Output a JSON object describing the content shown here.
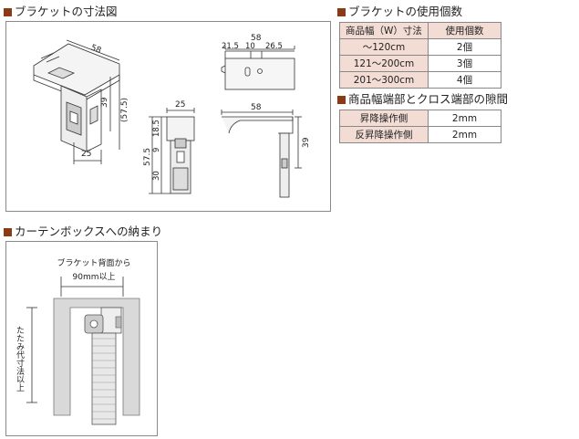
{
  "headings": {
    "bracket_dims": "ブラケットの寸法図",
    "bracket_usage": "ブラケットの使用個数",
    "gap": "商品幅端部とクロス端部の隙間",
    "box": "カーテンボックスへの納まり"
  },
  "usage_table": {
    "header": [
      "商品幅（W）寸法",
      "使用個数"
    ],
    "rows": [
      [
        "〜120cm",
        "2個"
      ],
      [
        "121〜200cm",
        "3個"
      ],
      [
        "201〜300cm",
        "4個"
      ]
    ]
  },
  "gap_table": {
    "rows": [
      [
        "昇降操作側",
        "2mm"
      ],
      [
        "反昇降操作側",
        "2mm"
      ]
    ]
  },
  "dims": {
    "iso_58": "58",
    "iso_39": "39",
    "iso_575": "(57.5)",
    "iso_25": "25",
    "top_58": "58",
    "top_215": "21.5",
    "top_10": "10",
    "top_265": "26.5",
    "front_25": "25",
    "front_575": "57.5",
    "front_185": "18.5",
    "front_9": "9",
    "front_30": "30",
    "side_58": "58",
    "side_39": "39"
  },
  "box_labels": {
    "line1": "ブラケット背面から",
    "line2": "90mm以上",
    "vertical": "たたみ代寸法以上"
  }
}
